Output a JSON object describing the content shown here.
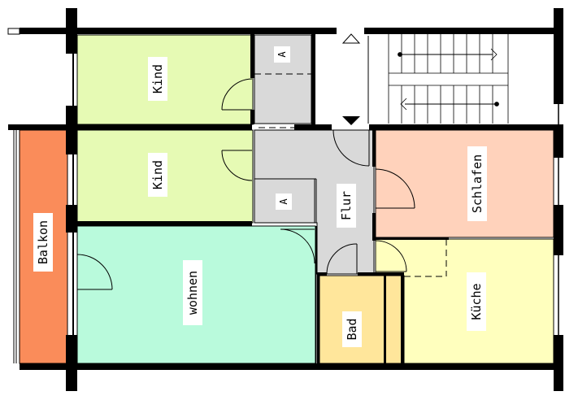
{
  "rooms": {
    "kind_top": "Kind",
    "kind_bottom": "Kind",
    "storage_top": "A",
    "storage_bottom": "A",
    "balkon": "Balkon",
    "wohnen": "wohnen",
    "flur": "Flur",
    "schlafen": "Schlafen",
    "bad": "Bad",
    "kueche": "Küche"
  },
  "colors": {
    "kind": "#e6fab4",
    "storage": "#d9d9d9",
    "flur": "#d9d9d9",
    "balkon": "#fa8c5a",
    "wohnen": "#b9fadc",
    "schlafen": "#ffd2bb",
    "bad": "#ffe69b",
    "kueche": "#ffffbe",
    "wall": "#000000"
  },
  "icons": {
    "stair_arrow_up": "triangle-outline-icon",
    "stair_arrow_down": "triangle-filled-icon"
  }
}
